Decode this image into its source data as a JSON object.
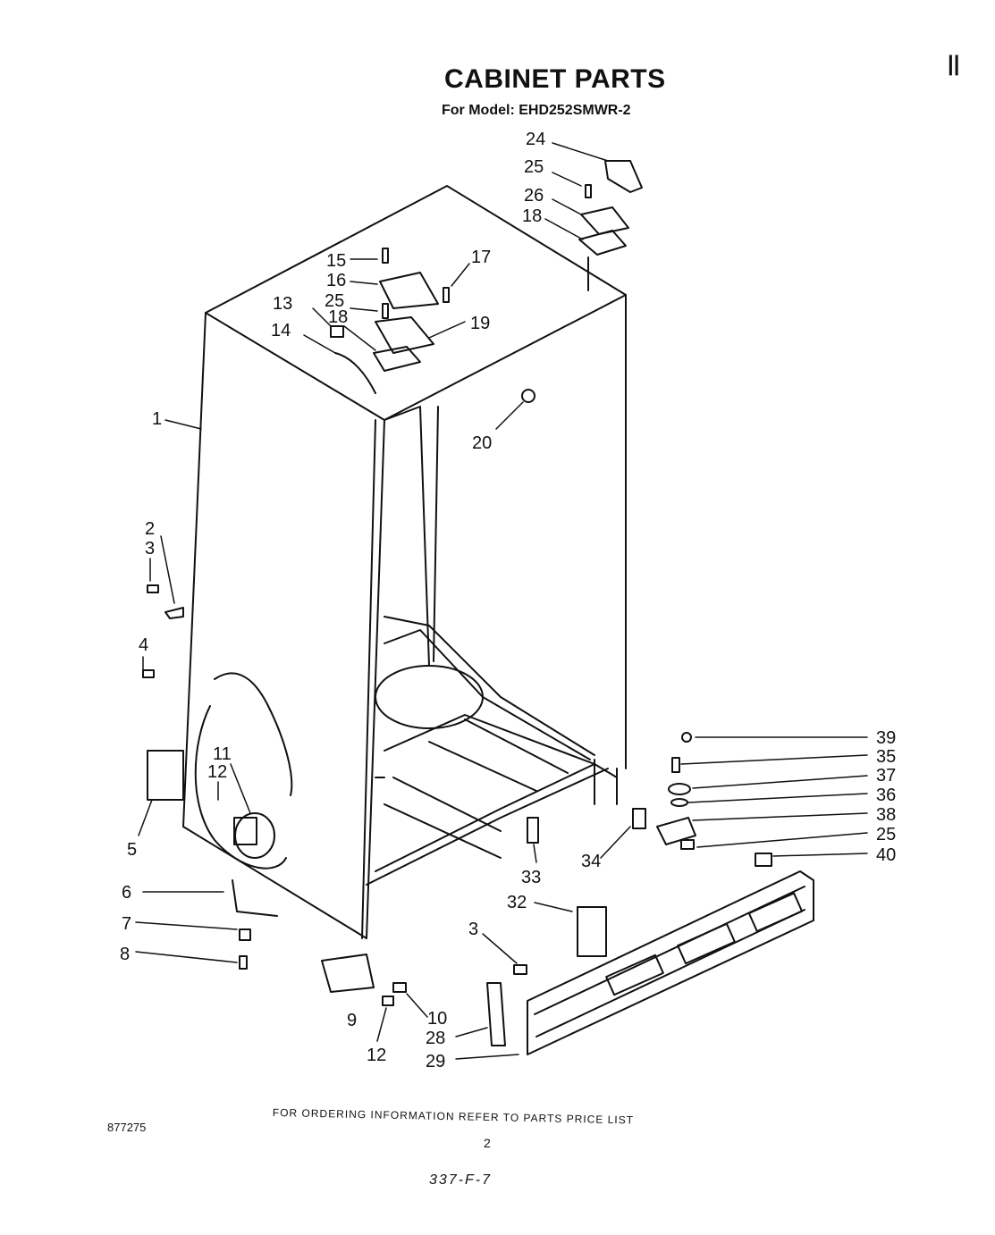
{
  "title": "CABINET PARTS",
  "subtitle": "For Model: EHD252SMWR-2",
  "footer_note": "FOR ORDERING INFORMATION REFER TO PARTS PRICE LIST",
  "document_number": "877275",
  "page_number": "2",
  "handwritten_code": "337-F-7",
  "corner_mark": "||",
  "callouts": [
    "24",
    "25",
    "26",
    "18",
    "15",
    "16",
    "17",
    "25",
    "13",
    "18",
    "19",
    "14",
    "20",
    "1",
    "2",
    "3",
    "4",
    "5",
    "11",
    "12",
    "6",
    "7",
    "8",
    "9",
    "10",
    "12",
    "3",
    "28",
    "29",
    "32",
    "33",
    "34",
    "39",
    "35",
    "37",
    "36",
    "38",
    "25",
    "40"
  ]
}
